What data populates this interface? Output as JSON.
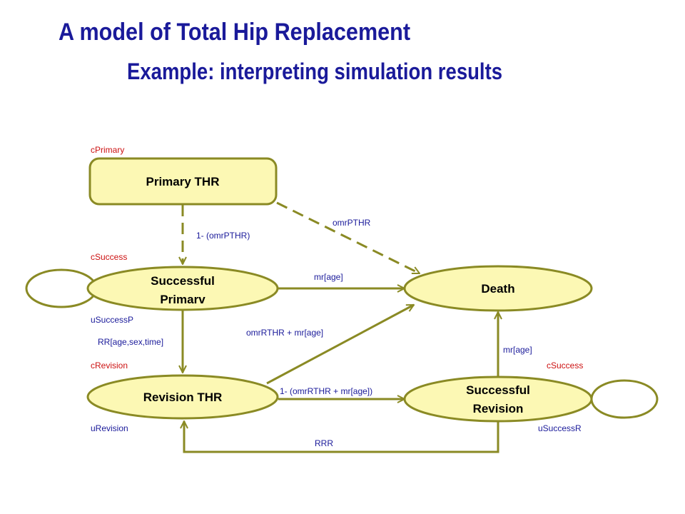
{
  "title": "A model of Total Hip Replacement",
  "subtitle": "Example: interpreting simulation results",
  "nodes": {
    "primary_thr": "Primary THR",
    "successful_primary_line1": "Successful",
    "successful_primary_line2": "Primarv",
    "death": "Death",
    "revision_thr": "Revision THR",
    "successful_revision_line1": "Successful",
    "successful_revision_line2": "Revision"
  },
  "costs": {
    "primary": "cPrimary",
    "success_primary": "cSuccess",
    "revision": "cRevision",
    "success_revision": "cSuccess"
  },
  "utilities": {
    "success_primary": "uSuccessP",
    "revision": "uRevision",
    "success_revision": "uSuccessR"
  },
  "edges": {
    "primary_to_success": "1- (omrPTHR)",
    "primary_to_death": "omrPTHR",
    "success_to_death": "mr[age]",
    "success_to_revision": "RR[age,sex,time]",
    "revision_to_death": "omrRTHR + mr[age]",
    "revision_to_success_revision": "1- (omrRTHR + mr[age])",
    "success_revision_to_death": "mr[age]",
    "success_revision_to_revision": "RRR"
  },
  "colors": {
    "title": "#1a1a9a",
    "node_fill": "#fcf8b4",
    "node_stroke": "#8a8a24",
    "cost_label": "#cc1111",
    "edge_label": "#1a1a9a"
  }
}
